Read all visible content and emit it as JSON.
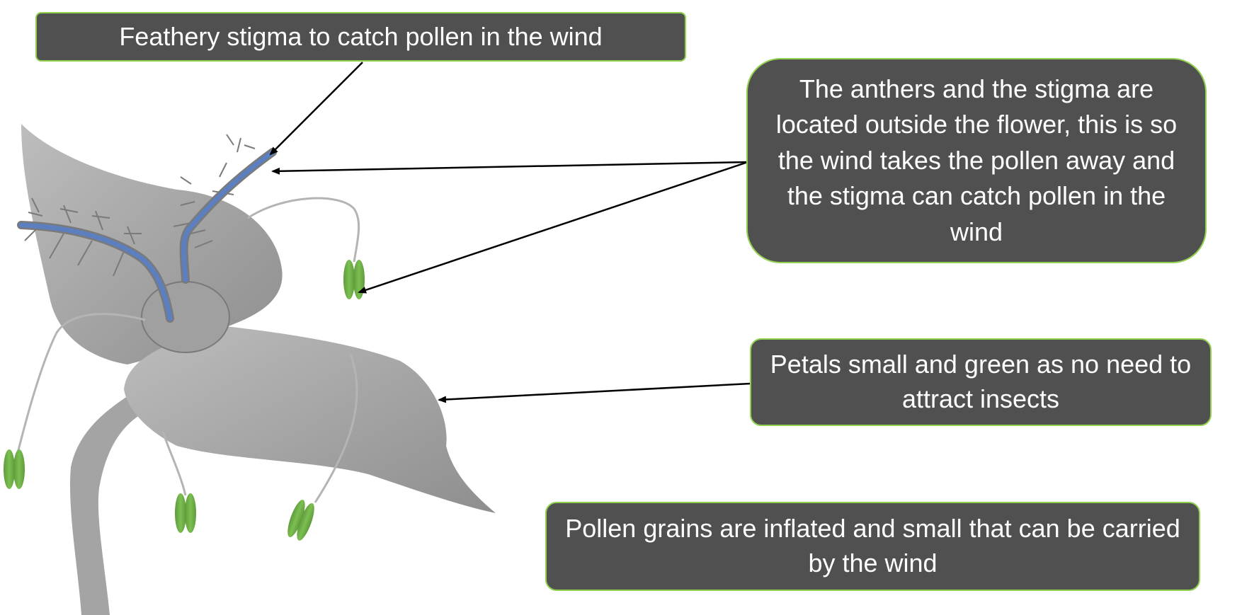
{
  "callouts": {
    "stigma": "Feathery stigma to catch pollen in the wind",
    "anthers": "The anthers and the stigma are located outside the flower, this is so the wind takes the pollen away and the stigma can catch pollen in the wind",
    "petals": "Petals small and green as no need to attract insects",
    "pollen": "Pollen grains are inflated and small that can be carried by the wind"
  },
  "colors": {
    "callout_fill": "#505050",
    "callout_border": "#92d050",
    "callout_text": "#ffffff",
    "petal": "#a6a6a6",
    "anther": "#70ad47",
    "stigma": "#5b7fbf"
  }
}
